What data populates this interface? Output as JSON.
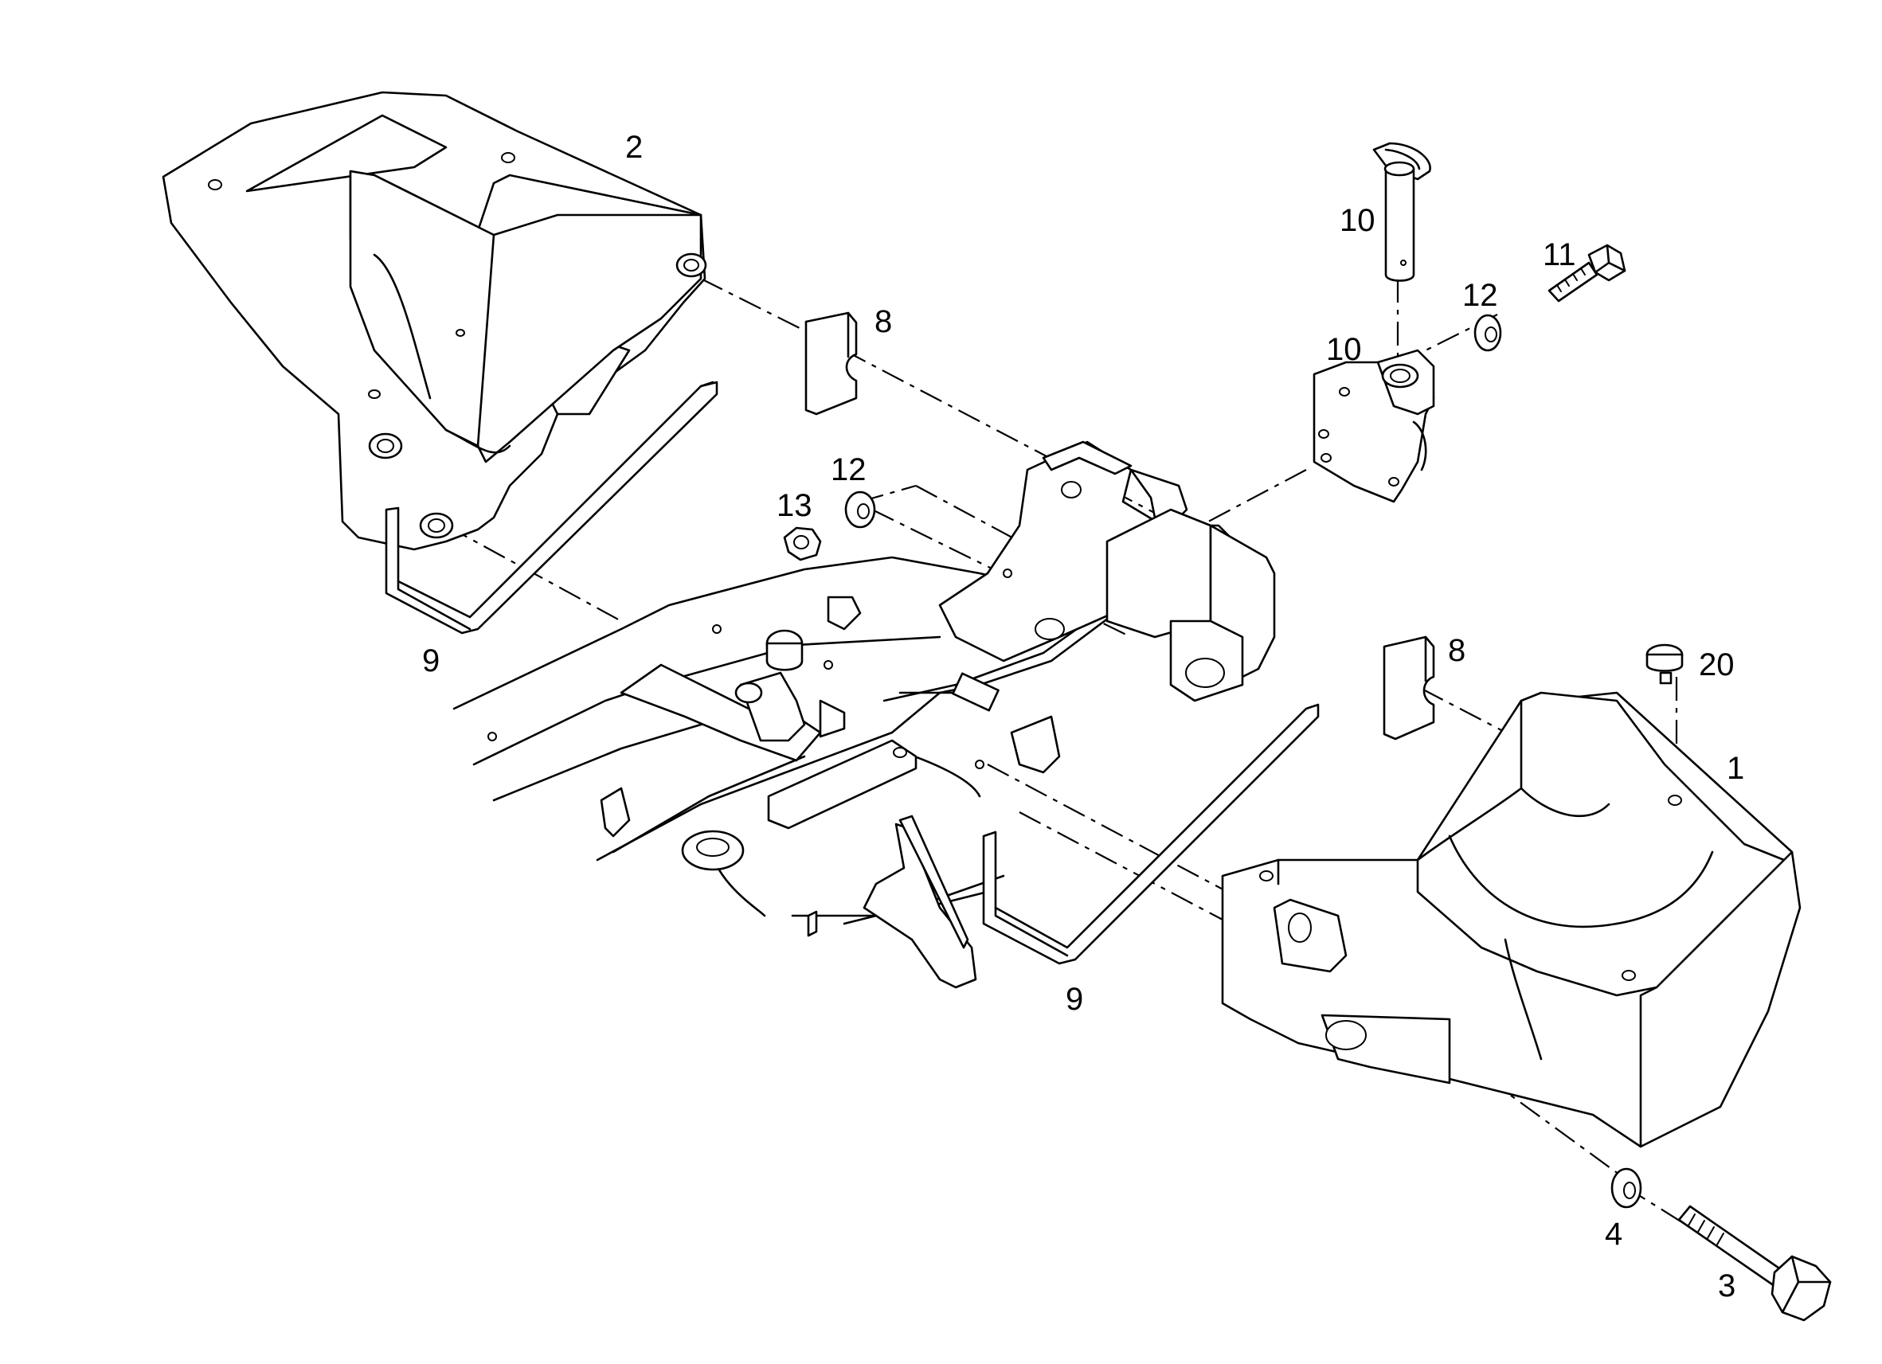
{
  "callouts": {
    "part_1": "1",
    "part_2": "2",
    "part_3": "3",
    "part_4": "4",
    "part_8_left": "8",
    "part_8_right": "8",
    "part_9_left": "9",
    "part_9_right": "9",
    "part_10_pin": "10",
    "part_10_bracket": "10",
    "part_11": "11",
    "part_12_upper": "12",
    "part_12_lower": "12",
    "part_13": "13",
    "part_20": "20"
  },
  "colors": {
    "line": "#000000",
    "background": "#ffffff"
  }
}
